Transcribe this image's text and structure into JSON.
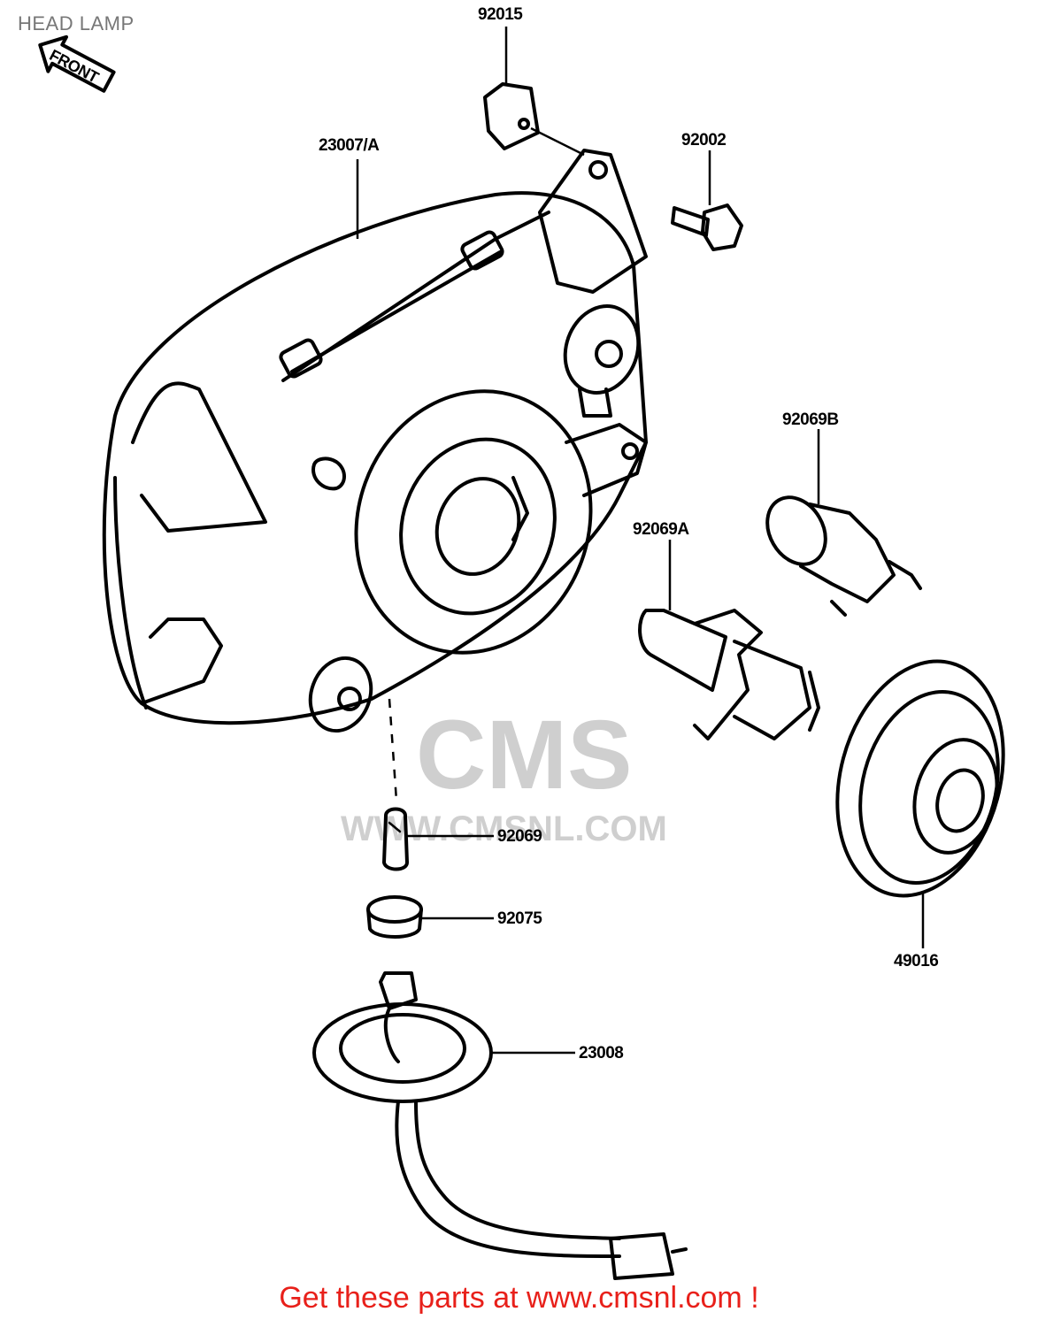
{
  "title": "HEAD LAMP",
  "front_tag": "FRONT",
  "parts": [
    {
      "id": "23007A",
      "number": "23007/A"
    },
    {
      "id": "92015",
      "number": "92015"
    },
    {
      "id": "92002",
      "number": "92002"
    },
    {
      "id": "92069B",
      "number": "92069B"
    },
    {
      "id": "92069A",
      "number": "92069A"
    },
    {
      "id": "92069",
      "number": "92069"
    },
    {
      "id": "92075",
      "number": "92075"
    },
    {
      "id": "49016",
      "number": "49016"
    },
    {
      "id": "23008",
      "number": "23008"
    }
  ],
  "watermark": {
    "brand": "CMS",
    "url": "WWW.CMSNL.COM"
  },
  "footer": {
    "cta": "Get these parts at www.cmsnl.com !",
    "cta_color": "#e8201a"
  }
}
